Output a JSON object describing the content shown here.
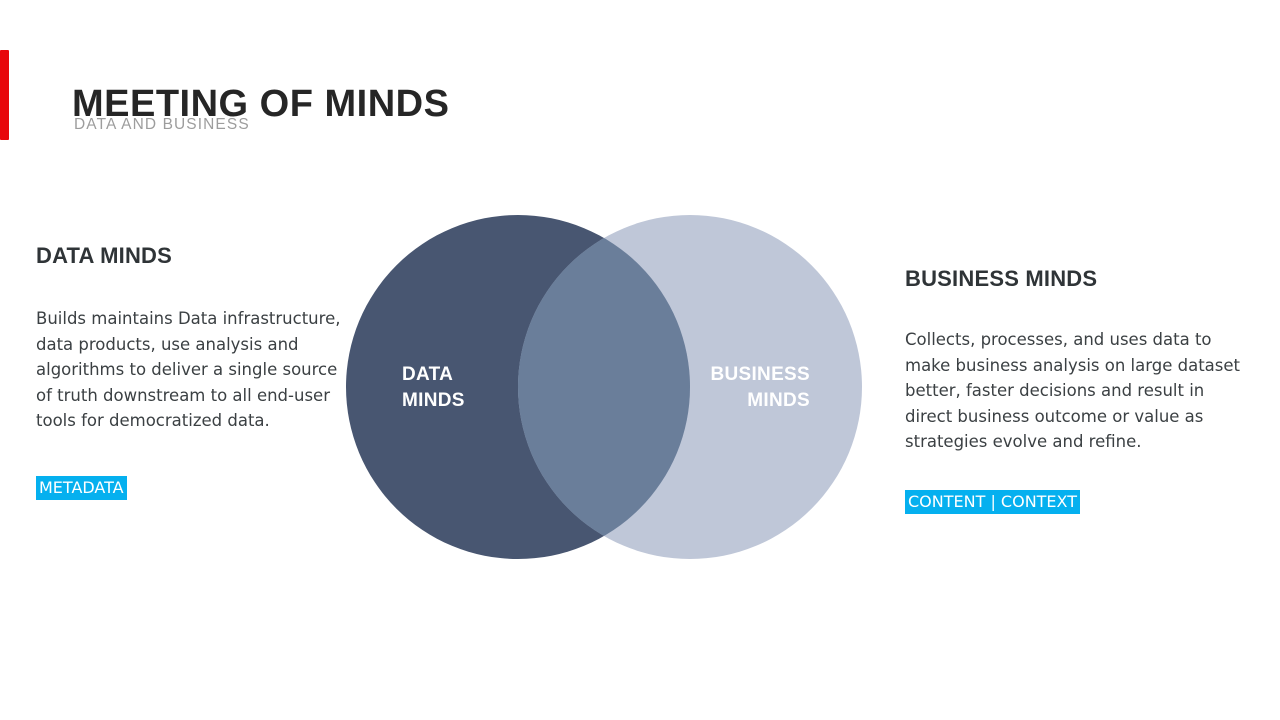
{
  "header": {
    "title": "MEETING OF MINDS",
    "subtitle": "DATA AND BUSINESS",
    "accent_color": "#e8060a"
  },
  "left_panel": {
    "heading": "DATA MINDS",
    "body": "Builds maintains Data infrastructure, data products, use analysis and algorithms to deliver a single source of truth downstream to all end-user tools for democratized data.",
    "tag": "METADATA"
  },
  "right_panel": {
    "heading": "BUSINESS MINDS",
    "body": "Collects, processes, and uses data to make business analysis on large dataset better, faster decisions and result in direct business outcome or value as strategies evolve and refine.",
    "tag": "CONTENT | CONTEXT"
  },
  "venn": {
    "left_circle_label": "DATA",
    "left_circle_label_2": "MINDS",
    "right_circle_label": "BUSINESS",
    "right_circle_label_2": "MINDS",
    "left_circle_color": "#485671",
    "right_circle_color": "#b6bfd3",
    "overlap_color": "#6a7e9a"
  },
  "theme": {
    "tag_background": "#05b0ef",
    "tag_text": "#ffffff",
    "heading_color": "#2f3437",
    "body_color": "#3b4043",
    "subtitle_color": "#9d9d9d",
    "background": "#ffffff"
  }
}
